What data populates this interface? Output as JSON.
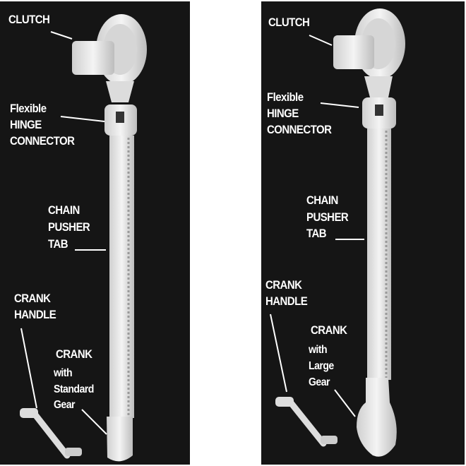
{
  "left_panel": {
    "clutch": "CLUTCH",
    "hinge": [
      "Flexible",
      "HINGE",
      "CONNECTOR"
    ],
    "tab": [
      "CHAIN",
      "PUSHER",
      "TAB"
    ],
    "handle": [
      "CRANK",
      "HANDLE"
    ],
    "crank": [
      "CRANK",
      "with",
      "Standard",
      "Gear"
    ]
  },
  "right_panel": {
    "clutch": "CLUTCH",
    "hinge": [
      "Flexible",
      "HINGE",
      "CONNECTOR"
    ],
    "tab": [
      "CHAIN",
      "PUSHER",
      "TAB"
    ],
    "handle": [
      "CRANK",
      "HANDLE"
    ],
    "crank": [
      "CRANK",
      "with",
      "Large",
      "Gear"
    ]
  },
  "colors": {
    "background": "#151515",
    "part": "#e8e8e8",
    "label": "#ffffff"
  }
}
